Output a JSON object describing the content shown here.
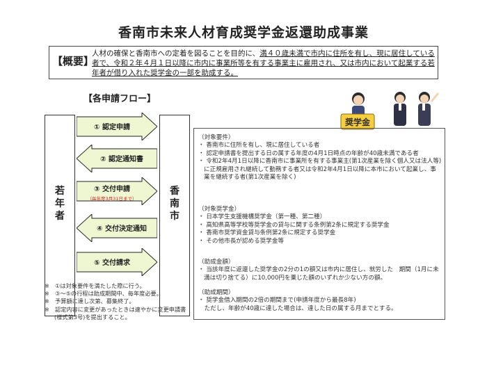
{
  "title": "香南市未来人材育成奨学金返還助成事業",
  "summary": {
    "tag": "【概要】",
    "text_before": "人材の確保と香南市への定着を図ることを目的に、",
    "text_underlined": "満４０歳未満で市内に住所を有し、現に居住している者で、令和２年４月１日以降に市内に事業所等を有する事業主に雇用され、又は市内において起業する若年者が借り入れた奨学金の一部を助成する。"
  },
  "flow": {
    "heading": "【各申請フロー】",
    "left_label": "若年者",
    "right_label": "香南市",
    "steps": [
      {
        "label": "① 認定申請",
        "sub": ""
      },
      {
        "label": "② 認定通知書",
        "sub": ""
      },
      {
        "label": "③ 交付申請",
        "sub": "（毎年度3月31日まで）"
      },
      {
        "label": "④ 交付決定通知",
        "sub": ""
      },
      {
        "label": "⑤ 交付請求",
        "sub": ""
      }
    ]
  },
  "badge": "奨学金",
  "requirements": {
    "target_head": "（対象要件）",
    "target_items": [
      "・ 香南市に住所を有し、現に居住している者",
      "・ 認定申請書を提出する日の属する年度の4月1日時点の年齢が40歳未満である者",
      "・ 令和2年4月1日以降に香南市に事業所を有する事業主(第1次産業を除く個人又は法人等)に正規雇用され継続して勤務する者又は令和2年4月1日以降に本市において起業し、事業を継続する者(第1次産業を除く)"
    ],
    "scholar_head": "（対象奨学金）",
    "scholar_items": [
      "・ 日本学生支援機構奨学金（第一種、第二種）",
      "・ 高知県高等学校等奨学金の貸与に関する条例第2条に規定する奨学金",
      "・ 香南市奨学資金貸与条例第2条に規定する奨学金",
      "・ その他市長が認める奨学金等"
    ],
    "amount_head": "（助成金額）",
    "amount_items": [
      "・ 当該年度に返還した奨学金の2分の1の額又は市内に居住し、就労した　期間（1月に未満は切り捨てる）に10,000円を乗じた額のいずれか少ない方の額。"
    ],
    "period_head": "（助成期間）",
    "period_items": [
      "・ 奨学金借入期間の2倍の期間まで(申請年度から最長8年)",
      "　ただし、年齢が40歳に達した場合は、達した日の属する月までとする。"
    ]
  },
  "notes": [
    "※　①は対象要件を満たした際に行う。",
    "※　③～⑤の行程は助成期間中、毎年度必要。",
    "※　予算額に達し次第、募集終了。",
    "※　認定内容に変更があったときは速やかに変更申請書(様式第3号)を提出すること。"
  ],
  "colors": {
    "arrow_fill": "#eef7d2",
    "arrow_border": "#222222",
    "badge_fill": "#f6ce3f",
    "badge_text": "#2f2f2f",
    "note_red": "#dd2222"
  }
}
